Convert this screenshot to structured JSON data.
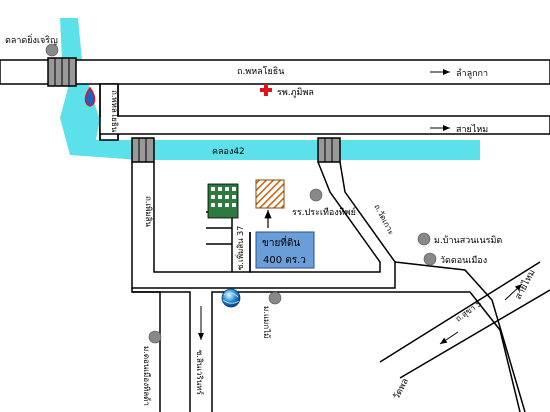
{
  "map": {
    "colors": {
      "canal": "#5ce0ea",
      "land_plot": "#6a9ed8",
      "hospital_cross": "#e0141b",
      "hatched_plot": "#c8650a",
      "landmark": "#888888"
    },
    "labels": {
      "market": "ตลาดยิ่งเจริญ",
      "main_road": "ถ.พหลโยธิน",
      "to_lamlukka": "ลำลูกกา",
      "hospital": "รพ.ภูมิพล",
      "to_saimai": "สายไหม",
      "side_road_left": "ถ.พหลโยธิน",
      "canal": "คลอง42",
      "road_phermsin": "ถ.เพิ่มสิน",
      "school": "รร.ประเทืองทิพย์",
      "soi_37": "ซ.เพิ่มสิน 37",
      "for_sale": "ขายที่ดิน",
      "area": "400 ตร.ว",
      "road_wat_kaew": "ถ.วัดเกาะ",
      "village_ban": "ม.บ้านสวนเนรมิต",
      "temple": "วัดดอนเมือง",
      "village_mak": "ม.แมกไม้",
      "village_don": "ม.ดอนเมืองทิลด้า",
      "soi_sinvarin": "ซ.สินเวรินทร์",
      "to_saimai_2": "สายไหม",
      "sukha_road": "ถ.สุขา 5",
      "wat_phon": "วัดพล"
    },
    "icons": {
      "hospital": "red-cross-icon",
      "gas_station": "water-drop-icon",
      "globe": "globe-icon",
      "buildings": "building-icon"
    }
  }
}
